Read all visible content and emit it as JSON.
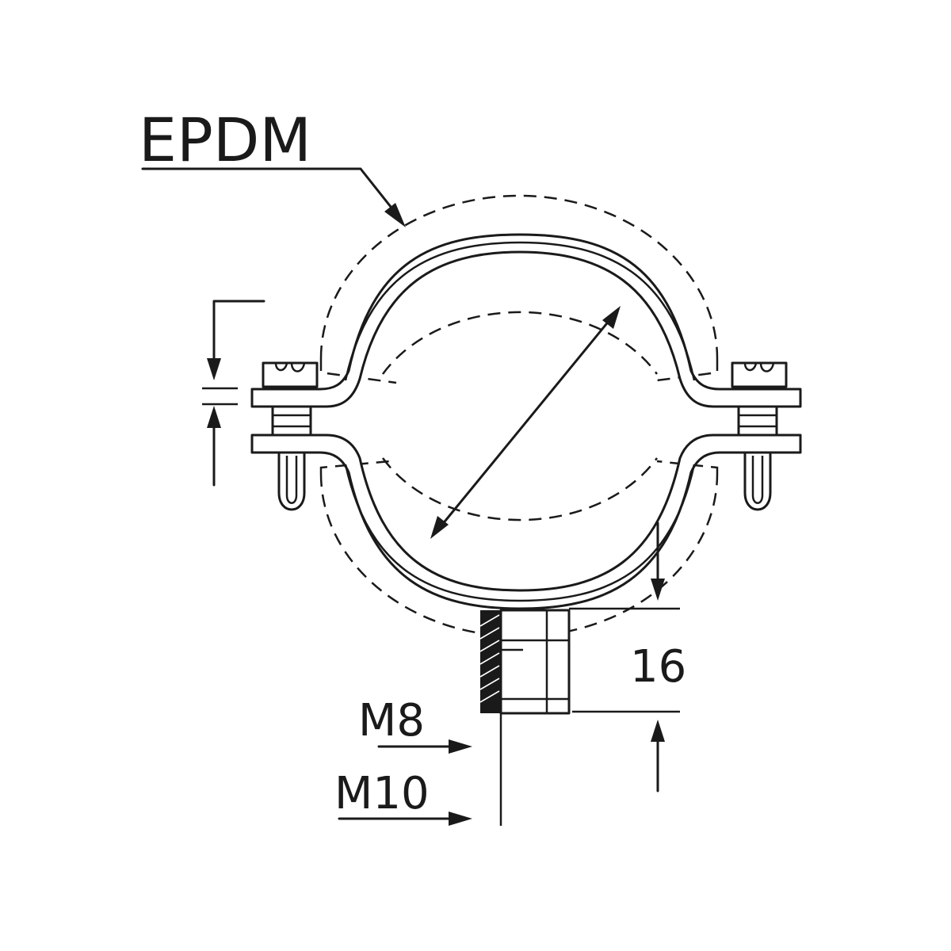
{
  "labels": {
    "material": "EPDM",
    "nut_height": "16",
    "thread_small": "M8",
    "thread_large": "M10"
  }
}
